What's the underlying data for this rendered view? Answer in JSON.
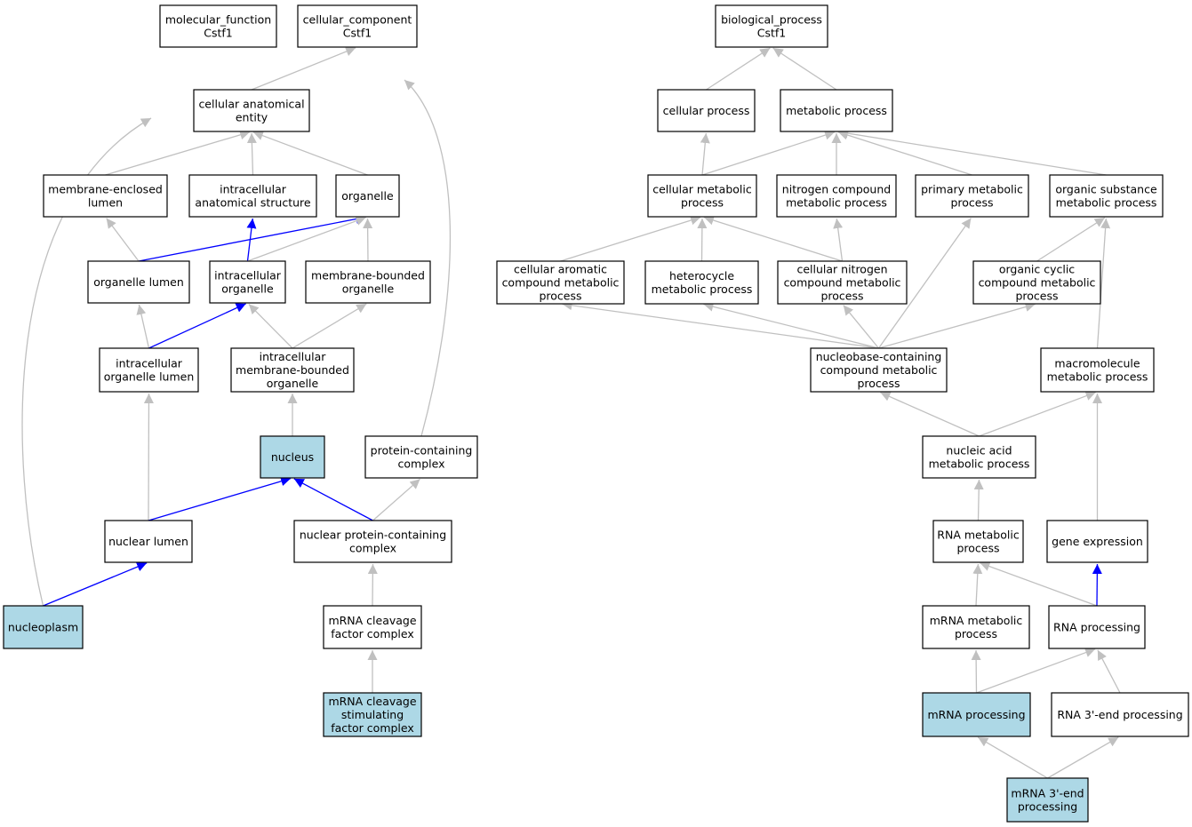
{
  "colors": {
    "node_fill": "#ffffff",
    "highlight_fill": "#add8e6",
    "node_stroke": "#000000",
    "edge_default": "#c0c0c0",
    "edge_highlight": "#0000ff"
  },
  "nodes": [
    {
      "id": "mf_root",
      "lines": [
        "molecular_function",
        "Cstf1"
      ],
      "highlight": false
    },
    {
      "id": "cc_root",
      "lines": [
        "cellular_component",
        "Cstf1"
      ],
      "highlight": false
    },
    {
      "id": "bp_root",
      "lines": [
        "biological_process",
        "Cstf1"
      ],
      "highlight": false
    },
    {
      "id": "cae",
      "lines": [
        "cellular anatomical",
        "entity"
      ],
      "highlight": false
    },
    {
      "id": "mel",
      "lines": [
        "membrane-enclosed",
        "lumen"
      ],
      "highlight": false
    },
    {
      "id": "ias",
      "lines": [
        "intracellular",
        "anatomical structure"
      ],
      "highlight": false
    },
    {
      "id": "organelle",
      "lines": [
        "organelle"
      ],
      "highlight": false
    },
    {
      "id": "ol",
      "lines": [
        "organelle lumen"
      ],
      "highlight": false
    },
    {
      "id": "io",
      "lines": [
        "intracellular",
        "organelle"
      ],
      "highlight": false
    },
    {
      "id": "mbo",
      "lines": [
        "membrane-bounded",
        "organelle"
      ],
      "highlight": false
    },
    {
      "id": "iol",
      "lines": [
        "intracellular",
        "organelle lumen"
      ],
      "highlight": false
    },
    {
      "id": "imbo",
      "lines": [
        "intracellular",
        "membrane-bounded",
        "organelle"
      ],
      "highlight": false
    },
    {
      "id": "nucleus",
      "lines": [
        "nucleus"
      ],
      "highlight": true
    },
    {
      "id": "pcc",
      "lines": [
        "protein-containing",
        "complex"
      ],
      "highlight": false
    },
    {
      "id": "nl",
      "lines": [
        "nuclear lumen"
      ],
      "highlight": false
    },
    {
      "id": "npcc",
      "lines": [
        "nuclear protein-containing",
        "complex"
      ],
      "highlight": false
    },
    {
      "id": "nucleoplasm",
      "lines": [
        "nucleoplasm"
      ],
      "highlight": true
    },
    {
      "id": "mcfc",
      "lines": [
        "mRNA cleavage",
        "factor complex"
      ],
      "highlight": false
    },
    {
      "id": "mcsfc",
      "lines": [
        "mRNA cleavage",
        "stimulating",
        "factor complex"
      ],
      "highlight": true
    },
    {
      "id": "cp",
      "lines": [
        "cellular process"
      ],
      "highlight": false
    },
    {
      "id": "mp",
      "lines": [
        "metabolic process"
      ],
      "highlight": false
    },
    {
      "id": "cmp",
      "lines": [
        "cellular metabolic",
        "process"
      ],
      "highlight": false
    },
    {
      "id": "ncmp",
      "lines": [
        "nitrogen compound",
        "metabolic process"
      ],
      "highlight": false
    },
    {
      "id": "pmp",
      "lines": [
        "primary metabolic",
        "process"
      ],
      "highlight": false
    },
    {
      "id": "osmp",
      "lines": [
        "organic substance",
        "metabolic process"
      ],
      "highlight": false
    },
    {
      "id": "cacmp",
      "lines": [
        "cellular aromatic",
        "compound metabolic",
        "process"
      ],
      "highlight": false
    },
    {
      "id": "hmp",
      "lines": [
        "heterocycle",
        "metabolic process"
      ],
      "highlight": false
    },
    {
      "id": "cncmp",
      "lines": [
        "cellular nitrogen",
        "compound metabolic",
        "process"
      ],
      "highlight": false
    },
    {
      "id": "occmp",
      "lines": [
        "organic cyclic",
        "compound metabolic",
        "process"
      ],
      "highlight": false
    },
    {
      "id": "nbccmp",
      "lines": [
        "nucleobase-containing",
        "compound metabolic",
        "process"
      ],
      "highlight": false
    },
    {
      "id": "mmp",
      "lines": [
        "macromolecule",
        "metabolic process"
      ],
      "highlight": false
    },
    {
      "id": "namp",
      "lines": [
        "nucleic acid",
        "metabolic process"
      ],
      "highlight": false
    },
    {
      "id": "rmp",
      "lines": [
        "RNA metabolic",
        "process"
      ],
      "highlight": false
    },
    {
      "id": "ge",
      "lines": [
        "gene expression"
      ],
      "highlight": false
    },
    {
      "id": "mrmp",
      "lines": [
        "mRNA metabolic",
        "process"
      ],
      "highlight": false
    },
    {
      "id": "rp",
      "lines": [
        "RNA processing"
      ],
      "highlight": false
    },
    {
      "id": "mrp",
      "lines": [
        "mRNA processing"
      ],
      "highlight": true
    },
    {
      "id": "r3p",
      "lines": [
        "RNA 3'-end processing"
      ],
      "highlight": false
    },
    {
      "id": "m3p",
      "lines": [
        "mRNA 3'-end",
        "processing"
      ],
      "highlight": true
    }
  ],
  "edges": [
    {
      "from": "cae",
      "to": "cc_root",
      "highlight": false
    },
    {
      "from": "pcc",
      "to": "cc_root",
      "highlight": false
    },
    {
      "from": "nucleoplasm",
      "to": "cae",
      "highlight": false
    },
    {
      "from": "mel",
      "to": "cae",
      "highlight": false
    },
    {
      "from": "ias",
      "to": "cae",
      "highlight": false
    },
    {
      "from": "organelle",
      "to": "cae",
      "highlight": false
    },
    {
      "from": "ol",
      "to": "mel",
      "highlight": false
    },
    {
      "from": "ol",
      "to": "organelle",
      "highlight": true
    },
    {
      "from": "io",
      "to": "ias",
      "highlight": true
    },
    {
      "from": "io",
      "to": "organelle",
      "highlight": false
    },
    {
      "from": "mbo",
      "to": "organelle",
      "highlight": false
    },
    {
      "from": "iol",
      "to": "ol",
      "highlight": false
    },
    {
      "from": "iol",
      "to": "io",
      "highlight": true
    },
    {
      "from": "imbo",
      "to": "io",
      "highlight": false
    },
    {
      "from": "imbo",
      "to": "mbo",
      "highlight": false
    },
    {
      "from": "nucleus",
      "to": "imbo",
      "highlight": false
    },
    {
      "from": "nl",
      "to": "iol",
      "highlight": false
    },
    {
      "from": "nl",
      "to": "nucleus",
      "highlight": true
    },
    {
      "from": "npcc",
      "to": "nucleus",
      "highlight": true
    },
    {
      "from": "npcc",
      "to": "pcc",
      "highlight": false
    },
    {
      "from": "nucleoplasm",
      "to": "nl",
      "highlight": true
    },
    {
      "from": "mcfc",
      "to": "npcc",
      "highlight": false
    },
    {
      "from": "mcsfc",
      "to": "mcfc",
      "highlight": false
    },
    {
      "from": "cp",
      "to": "bp_root",
      "highlight": false
    },
    {
      "from": "mp",
      "to": "bp_root",
      "highlight": false
    },
    {
      "from": "cmp",
      "to": "cp",
      "highlight": false
    },
    {
      "from": "cmp",
      "to": "mp",
      "highlight": false
    },
    {
      "from": "ncmp",
      "to": "mp",
      "highlight": false
    },
    {
      "from": "pmp",
      "to": "mp",
      "highlight": false
    },
    {
      "from": "osmp",
      "to": "mp",
      "highlight": false
    },
    {
      "from": "cacmp",
      "to": "cmp",
      "highlight": false
    },
    {
      "from": "hmp",
      "to": "cmp",
      "highlight": false
    },
    {
      "from": "cncmp",
      "to": "cmp",
      "highlight": false
    },
    {
      "from": "cncmp",
      "to": "ncmp",
      "highlight": false
    },
    {
      "from": "occmp",
      "to": "osmp",
      "highlight": false
    },
    {
      "from": "nbccmp",
      "to": "cacmp",
      "highlight": false
    },
    {
      "from": "nbccmp",
      "to": "hmp",
      "highlight": false
    },
    {
      "from": "nbccmp",
      "to": "cncmp",
      "highlight": false
    },
    {
      "from": "nbccmp",
      "to": "pmp",
      "highlight": false
    },
    {
      "from": "nbccmp",
      "to": "occmp",
      "highlight": false
    },
    {
      "from": "mmp",
      "to": "osmp",
      "highlight": false
    },
    {
      "from": "namp",
      "to": "nbccmp",
      "highlight": false
    },
    {
      "from": "namp",
      "to": "mmp",
      "highlight": false
    },
    {
      "from": "rmp",
      "to": "namp",
      "highlight": false
    },
    {
      "from": "ge",
      "to": "mmp",
      "highlight": false
    },
    {
      "from": "mrmp",
      "to": "rmp",
      "highlight": false
    },
    {
      "from": "rp",
      "to": "rmp",
      "highlight": false
    },
    {
      "from": "rp",
      "to": "ge",
      "highlight": true
    },
    {
      "from": "mrp",
      "to": "mrmp",
      "highlight": false
    },
    {
      "from": "mrp",
      "to": "rp",
      "highlight": false
    },
    {
      "from": "r3p",
      "to": "rp",
      "highlight": false
    },
    {
      "from": "m3p",
      "to": "mrp",
      "highlight": false
    },
    {
      "from": "m3p",
      "to": "r3p",
      "highlight": false
    }
  ]
}
